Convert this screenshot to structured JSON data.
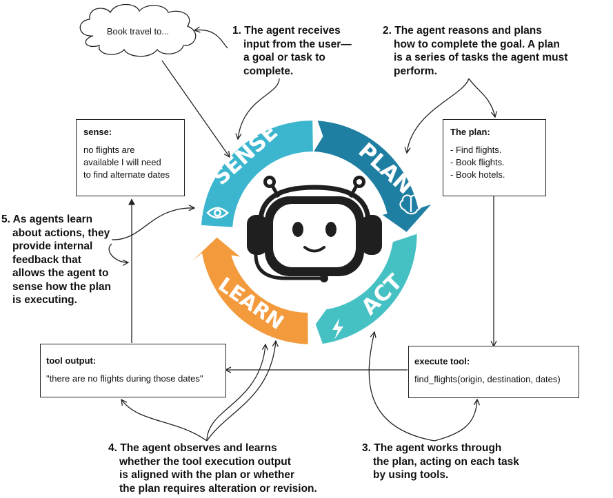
{
  "cloud": {
    "text": "Book travel to..."
  },
  "cycle": {
    "stages": [
      "SENSE",
      "PLAN",
      "ACT",
      "LEARN"
    ],
    "colors": {
      "sense": "#3cb6cf",
      "plan": "#1f7fa3",
      "act": "#45c0c3",
      "learn": "#f39a3d",
      "robot_dark": "#1f1f1f",
      "robot_face": "#ffffff"
    },
    "icons": [
      "eye-icon",
      "brain-icon",
      "lightning-icon",
      "robot-assistant-icon"
    ]
  },
  "annotations": {
    "step1": [
      "1. The agent receives",
      "input from the user—",
      "a goal or task to",
      "complete."
    ],
    "step2": [
      "2. The agent reasons and plans",
      "how to complete the goal. A plan",
      "is a series of tasks the agent must",
      "perform."
    ],
    "step3": [
      "3. The agent works through",
      "the plan, acting on each task",
      "by using tools."
    ],
    "step4": [
      "4. The agent observes and learns",
      "whether the tool execution output",
      "is aligned with the plan or whether",
      "the plan requires alteration or revision."
    ],
    "step5": [
      "5. As agents learn",
      "about actions, they",
      "provide internal",
      "feedback that",
      "allows the agent to",
      "sense how the plan",
      "is executing."
    ]
  },
  "boxes": {
    "sense": {
      "title": "sense:",
      "lines": [
        "no flights are",
        "available I will need",
        "to find alternate dates"
      ]
    },
    "plan": {
      "title": "The plan:",
      "lines": [
        "- Find flights.",
        "- Book flights.",
        "- Book hotels."
      ]
    },
    "tool_output": {
      "title": "tool output:",
      "lines": [
        "\"there are no flights during those dates\""
      ]
    },
    "execute_tool": {
      "title": "execute tool:",
      "lines": [
        "find_flights(origin, destination, dates)"
      ]
    }
  }
}
